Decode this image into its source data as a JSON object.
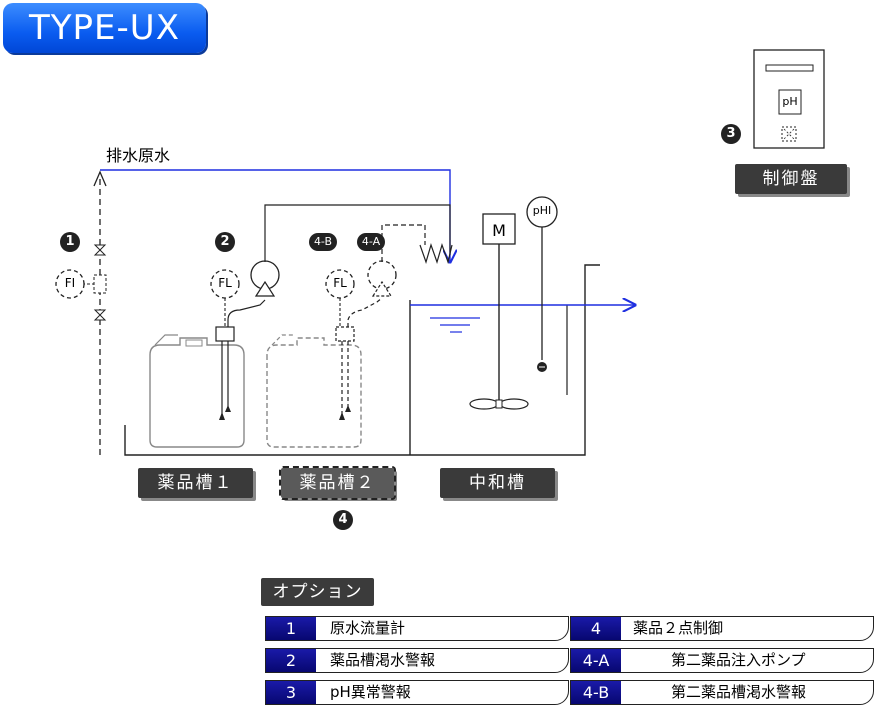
{
  "title": "TYPE-UX",
  "raw_water_label": "排水原水",
  "control_panel": {
    "label": "制御盤",
    "ph_text": "pH",
    "marker": "3"
  },
  "markers": {
    "m1": "1",
    "m2": "2",
    "m4": "4",
    "m4b": "4-B",
    "m4a": "4-A"
  },
  "instruments": {
    "fi": "FI",
    "fl1": "FL",
    "fl2": "FL",
    "mixer": "M",
    "phi": "pHI"
  },
  "tank_labels": {
    "tank1": "薬品槽１",
    "tank2": "薬品槽２",
    "neutral": "中和槽"
  },
  "options": {
    "header": "オプション",
    "left": [
      {
        "num": "1",
        "text": "原水流量計"
      },
      {
        "num": "2",
        "text": "薬品槽渇水警報"
      },
      {
        "num": "3",
        "text": "pH異常警報"
      }
    ],
    "right": [
      {
        "num": "4",
        "text": "薬品２点制御"
      },
      {
        "num": "4-A",
        "text": "第二薬品注入ポンプ"
      },
      {
        "num": "4-B",
        "text": "第二薬品槽渇水警報"
      }
    ]
  },
  "colors": {
    "blue_line": "#1f2fe0",
    "badge_blue": "#0a5cf0",
    "dark_label": "#3a3a3a",
    "option_num_bg": "#0d0d8a"
  }
}
